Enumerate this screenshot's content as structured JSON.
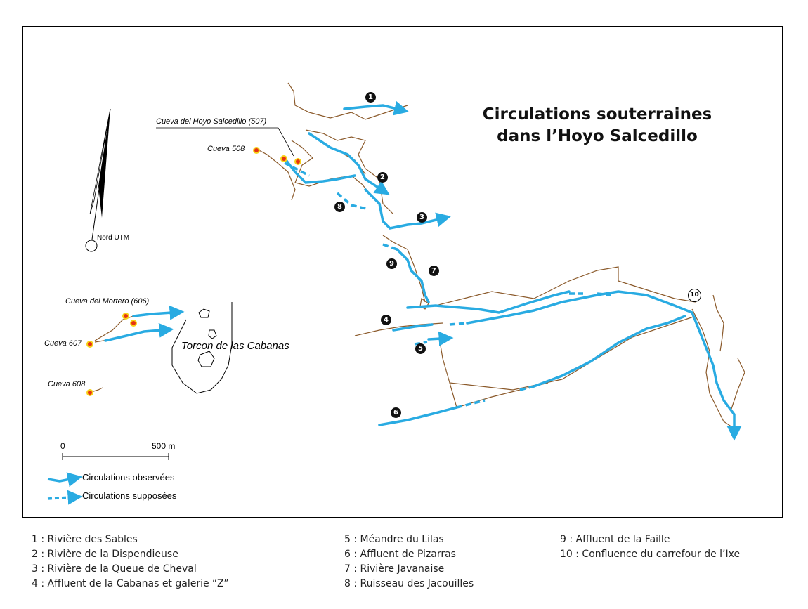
{
  "title_line1": "Circulations souterraines",
  "title_line2": "dans l’Hoyo Salcedillo",
  "north_label": "Nord UTM",
  "caves": {
    "hoyo_salcedillo": "Cueva del Hoyo Salcedillo (507)",
    "c508": "Cueva 508",
    "mortero": "Cueva del Mortero (606)",
    "c607": "Cueva 607",
    "c608": "Cueva 608"
  },
  "torcon": "Torcon de las Cabanas",
  "scale": {
    "start": "0",
    "end": "500 m"
  },
  "legend": {
    "observed": "Circulations observées",
    "supposed": "Circulations supposées"
  },
  "markers": [
    "1",
    "2",
    "3",
    "4",
    "5",
    "6",
    "7",
    "8",
    "9",
    "10"
  ],
  "captions": {
    "col1": [
      "1 : Rivière des Sables",
      "2 : Rivière de la Dispendieuse",
      "3 : Rivière de la Queue de Cheval",
      "4 : Affluent de la Cabanas et galerie “Z”"
    ],
    "col2": [
      "5 : Méandre du Lilas",
      "6 : Affluent de Pizarras",
      "7 : Rivière Javanaise",
      "8 : Ruisseau des Jacouilles"
    ],
    "col3": [
      "9 : Affluent de la Faille",
      "10 : Confluence du carrefour de l’Ixe"
    ]
  },
  "colors": {
    "water": "#29abe2",
    "passage": "#8b5a2b",
    "entrance_fill": "#e63312",
    "entrance_ring": "#f7d117"
  }
}
